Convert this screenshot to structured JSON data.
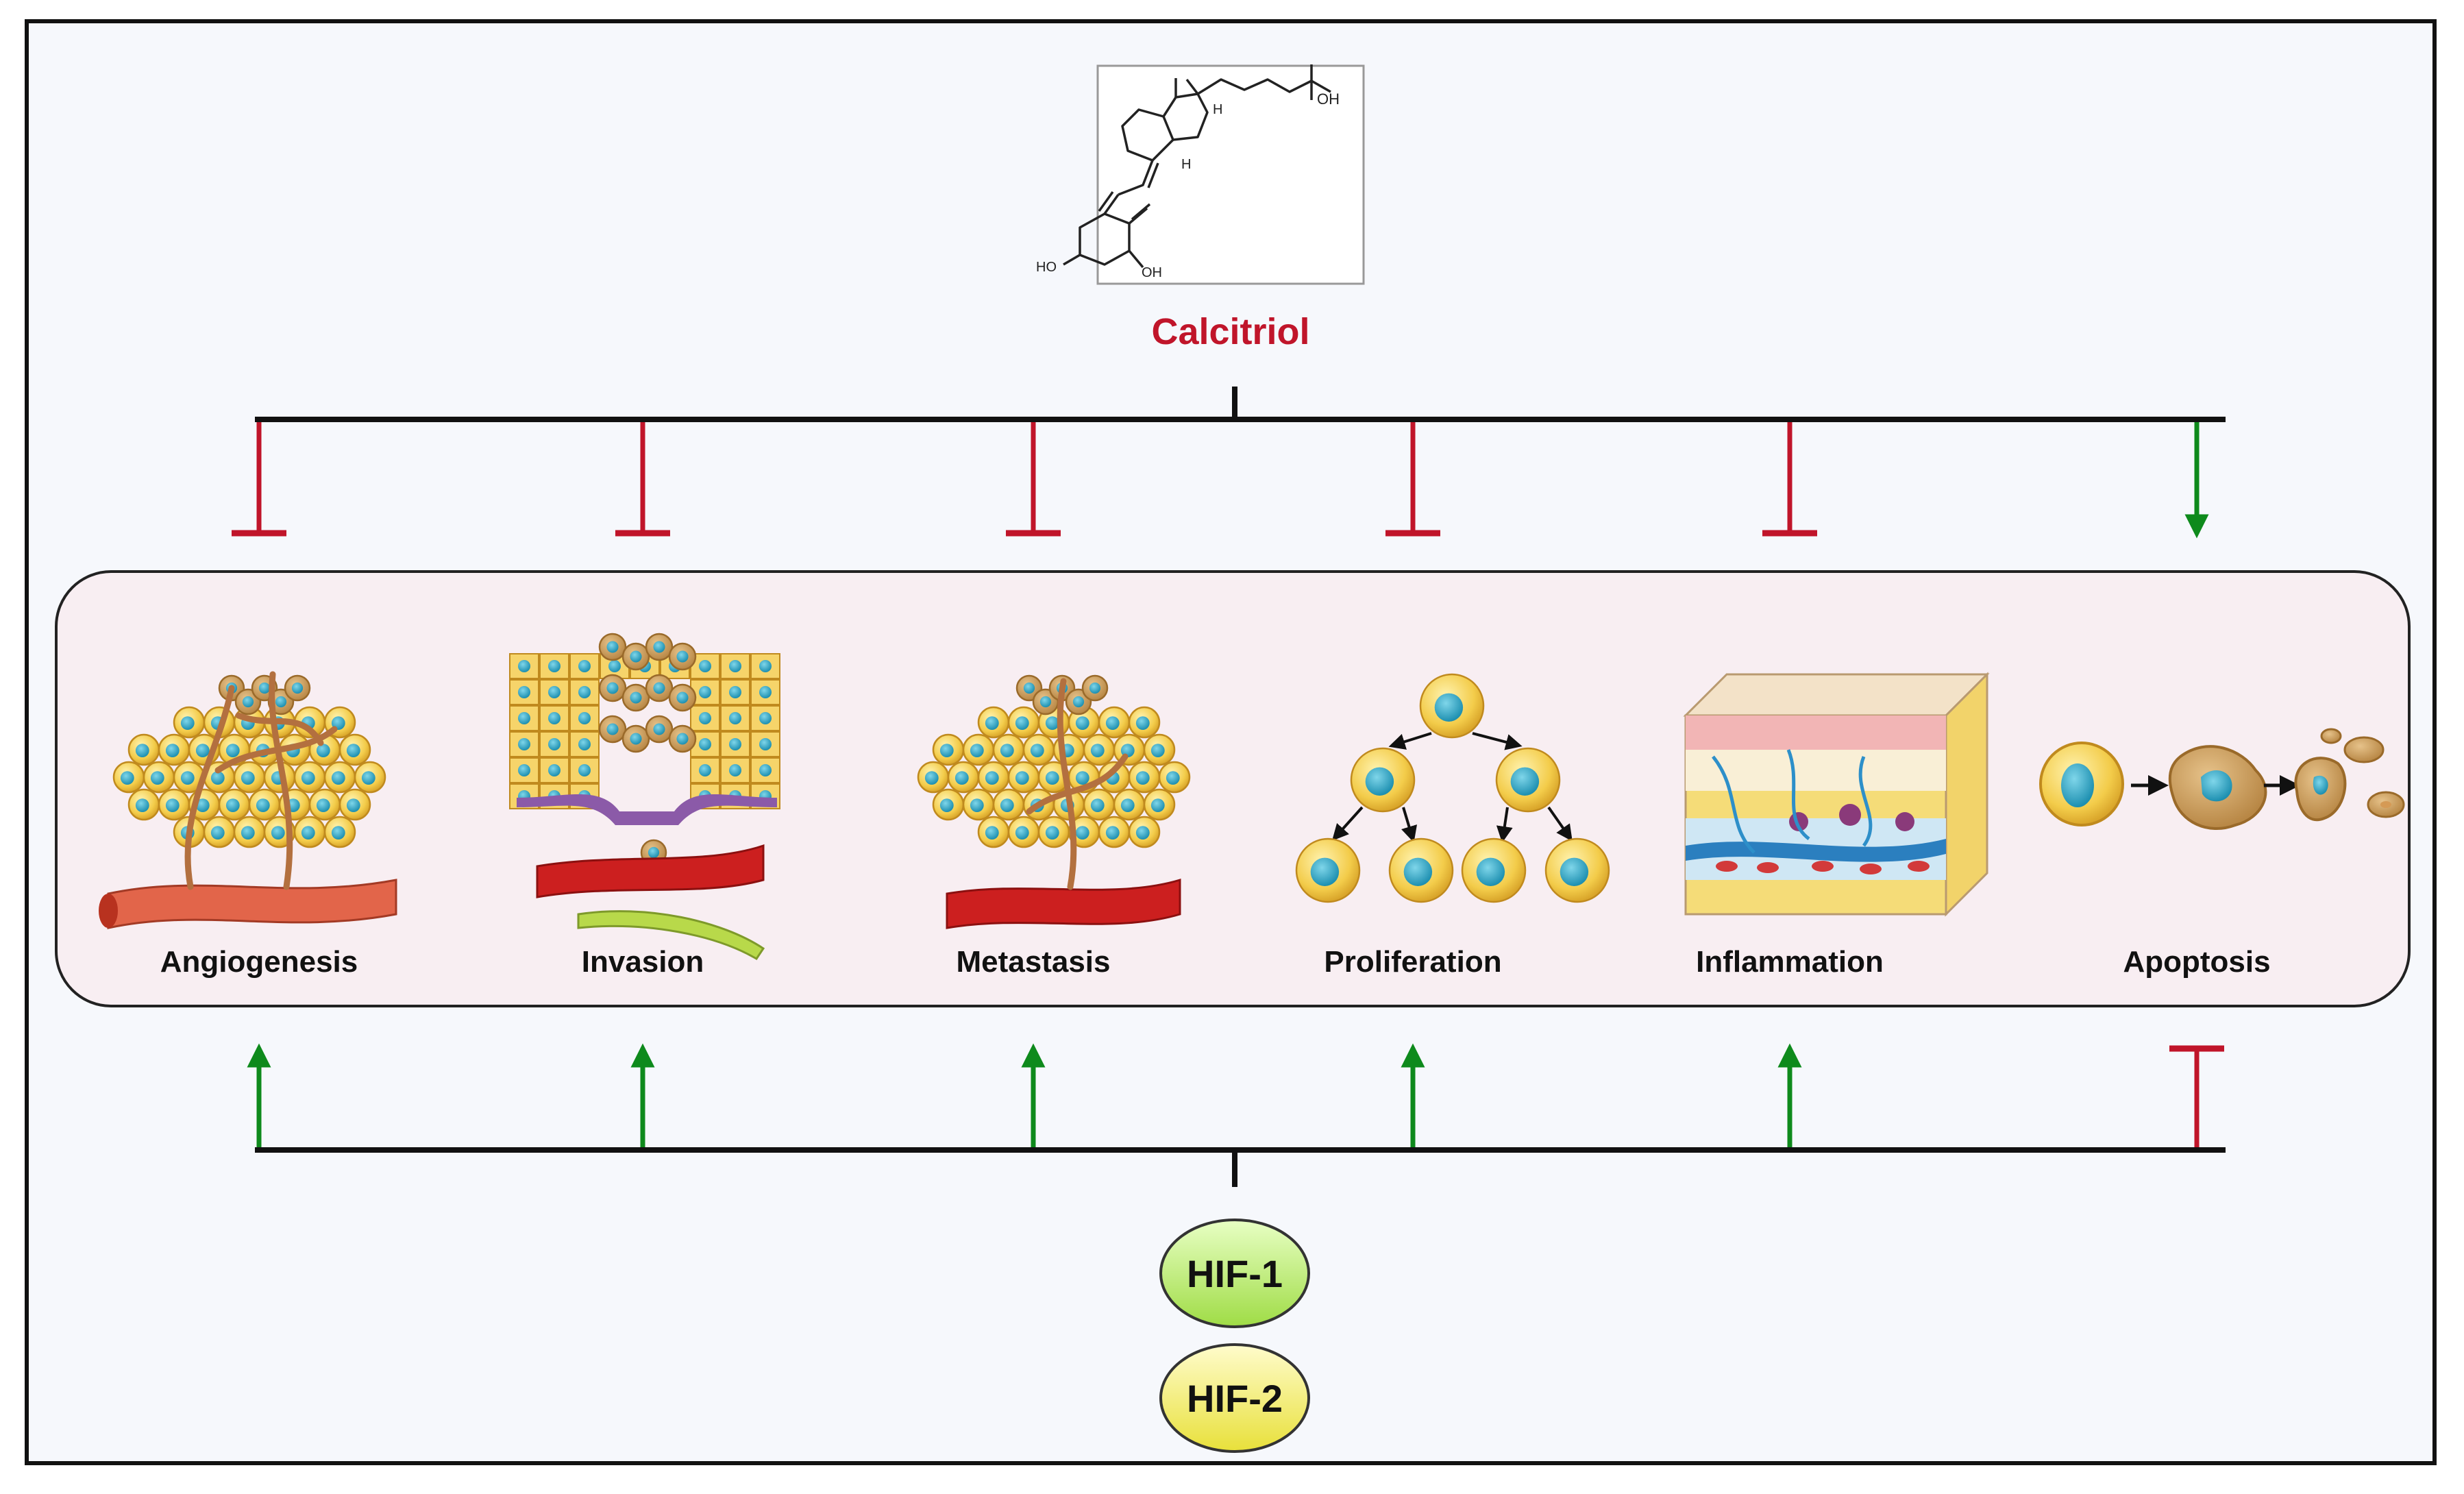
{
  "compound": {
    "name": "Calcitriol",
    "structure_labels": {
      "oh_side_chain": "OH",
      "h_upper": "H",
      "h_lower": "H",
      "ho_ring": "HO",
      "oh_ring": "OH"
    }
  },
  "processes": [
    {
      "label": "Angiogenesis",
      "calcitriol_effect": "inhibit",
      "hif_effect": "promote",
      "icon": "tumor-vessel-icon"
    },
    {
      "label": "Invasion",
      "calcitriol_effect": "inhibit",
      "hif_effect": "promote",
      "icon": "invasion-icon"
    },
    {
      "label": "Metastasis",
      "calcitriol_effect": "inhibit",
      "hif_effect": "promote",
      "icon": "metastasis-icon"
    },
    {
      "label": "Proliferation",
      "calcitriol_effect": "inhibit",
      "hif_effect": "promote",
      "icon": "cell-division-icon"
    },
    {
      "label": "Inflammation",
      "calcitriol_effect": "inhibit",
      "hif_effect": "promote",
      "icon": "inflamed-tissue-icon"
    },
    {
      "label": "Apoptosis",
      "calcitriol_effect": "promote",
      "hif_effect": "inhibit",
      "icon": "apoptosis-icon"
    }
  ],
  "factors": [
    {
      "label": "HIF-1",
      "color": "#b9ec6a"
    },
    {
      "label": "HIF-2",
      "color": "#f4f06a"
    }
  ],
  "colors": {
    "inhibit": "#c0152a",
    "promote": "#0e8a1c",
    "compound_text": "#c0152a",
    "line": "#111111"
  }
}
